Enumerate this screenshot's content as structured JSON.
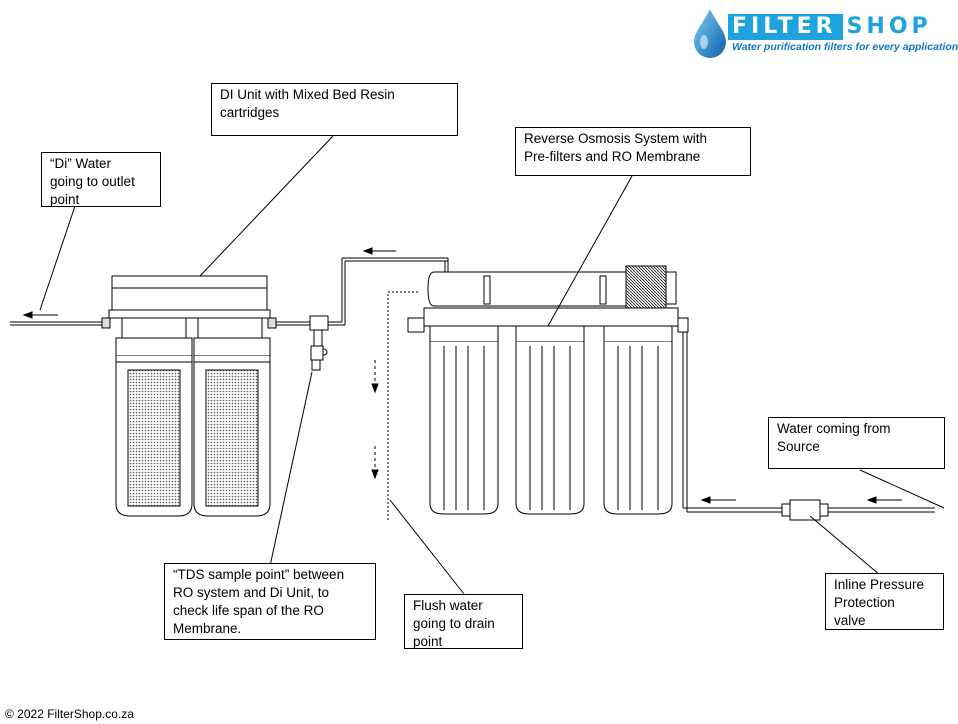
{
  "logo": {
    "word_part1": "FILTER",
    "word_part2": "SHOP",
    "tagline": "Water purification filters for every application",
    "brand_color": "#1fa3e0",
    "tagline_color": "#1277c4"
  },
  "callouts": {
    "di_unit": "DI Unit with Mixed Bed Resin\ncartridges",
    "di_water": "“Di” Water\ngoing to outlet\npoint",
    "ro_system": "Reverse Osmosis System with\nPre-filters and RO Membrane",
    "water_source": "Water coming from\nSource",
    "tds_sample": "“TDS sample point” between\nRO system and Di Unit, to\ncheck life span of the RO\nMembrane.",
    "flush_water": "Flush water\ngoing to drain\npoint",
    "pressure_valve": "Inline  Pressure\nProtection\nvalve"
  },
  "footer": {
    "copyright": "© 2022 FilterShop.co.za"
  },
  "icons": [
    "water-drop-icon",
    "flow-arrow-icon"
  ]
}
